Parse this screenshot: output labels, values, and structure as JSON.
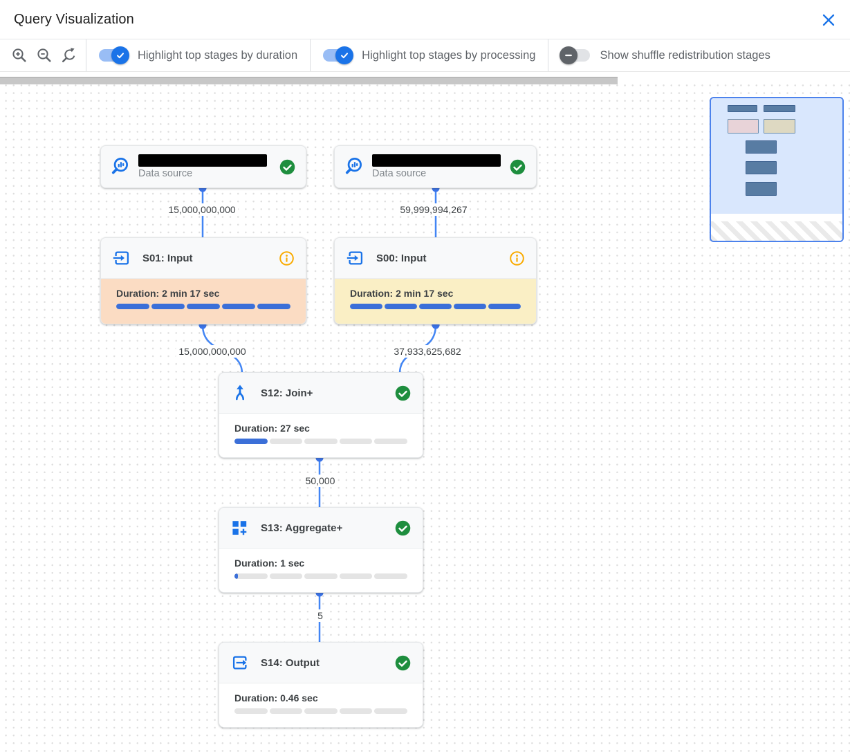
{
  "header": {
    "title": "Query Visualization"
  },
  "toolbar": {
    "zoom_controls": [
      "zoom-in",
      "zoom-out",
      "zoom-reset"
    ],
    "toggles": [
      {
        "label": "Highlight top stages by duration",
        "state": "on"
      },
      {
        "label": "Highlight top stages by processing",
        "state": "on"
      },
      {
        "label": "Show shuffle redistribution stages",
        "state": "off"
      }
    ]
  },
  "canvas": {
    "data_sources": [
      {
        "type_label": "Data source",
        "name_redacted": true,
        "status": "completed"
      },
      {
        "type_label": "Data source",
        "name_redacted": true,
        "status": "completed"
      }
    ],
    "stages": [
      {
        "title": "S01: Input",
        "duration": "Duration: 2 min 17 sec",
        "status": "info",
        "highlight": "top-by-duration",
        "progress": [
          1,
          1,
          1,
          1,
          1
        ]
      },
      {
        "title": "S00: Input",
        "duration": "Duration: 2 min 17 sec",
        "status": "info",
        "highlight": "top-by-processing",
        "progress": [
          1,
          1,
          1,
          1,
          1
        ]
      },
      {
        "title": "S12: Join+",
        "duration": "Duration: 27 sec",
        "status": "completed",
        "highlight": "none",
        "progress": [
          1,
          0,
          0,
          0,
          0
        ]
      },
      {
        "title": "S13: Aggregate+",
        "duration": "Duration: 1 sec",
        "status": "completed",
        "highlight": "none",
        "progress": [
          0.1,
          0,
          0,
          0,
          0
        ]
      },
      {
        "title": "S14: Output",
        "duration": "Duration: 0.46 sec",
        "status": "completed",
        "highlight": "none",
        "progress": [
          0,
          0,
          0,
          0,
          0
        ]
      }
    ],
    "edge_labels": [
      "15,000,000,000",
      "59,999,994,267",
      "15,000,000,000",
      "37,933,625,682",
      "50,000",
      "5"
    ]
  },
  "minimap": {
    "nodes": [
      "data-source",
      "data-source",
      "stage-highlight-duration",
      "stage-highlight-processing",
      "stage",
      "stage",
      "stage"
    ],
    "out_of_bounds_area": "hatched"
  },
  "colors": {
    "accent_blue": "#1a73e8",
    "edge_blue": "#4285f4",
    "progress_blue": "#3b6fd8",
    "highlight_duration_bg": "#fbdcc3",
    "highlight_processing_bg": "#faefc5",
    "status_green": "#1e8e3e",
    "info_orange": "#f9ab00"
  }
}
